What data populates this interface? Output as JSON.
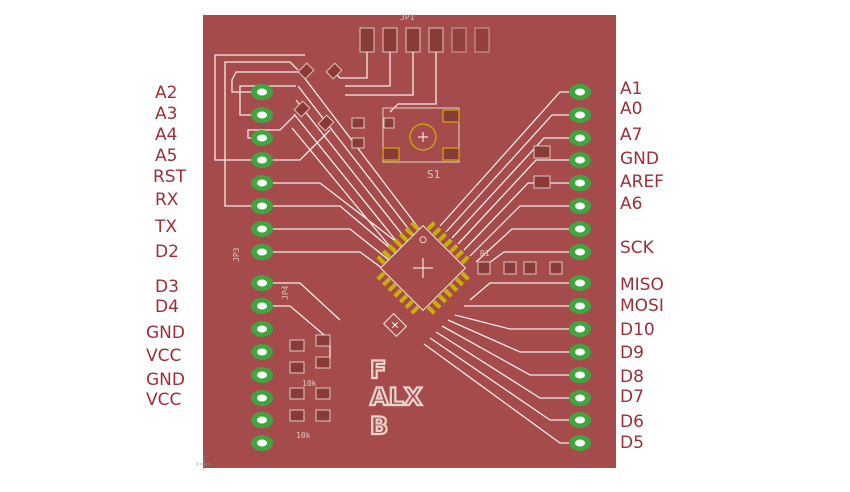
{
  "colors": {
    "background": "#ffffff",
    "board": "#a64b4c",
    "trace": "#f4ecea",
    "pad_ring": "#3fa63f",
    "pad_hole": "#ffffff",
    "label": "#9c2f37",
    "silk": "#d9c9c0",
    "smd_pad": "#8b3a3a",
    "highlight": "#c8b200"
  },
  "left_labels": [
    "A2",
    "A3",
    "A4",
    "A5",
    "RST",
    "RX",
    "TX",
    "D2",
    "D3",
    "D4",
    "GND",
    "VCC",
    "GND",
    "VCC"
  ],
  "right_labels": [
    "A1",
    "A0",
    "A7",
    "GND",
    "AREF",
    "A6",
    "SCK",
    "MISO",
    "MOSI",
    "D10",
    "D9",
    "D8",
    "D7",
    "D6",
    "D5"
  ],
  "silk_texts": {
    "top_header": "JP1",
    "sw": "S1",
    "r1": "R1",
    "res_a": "10k",
    "res_b": "10k",
    "jp3": "JP3",
    "jp4": "JP4"
  },
  "board_text": {
    "line1": "F",
    "line2": "ALX",
    "line3": "B"
  }
}
